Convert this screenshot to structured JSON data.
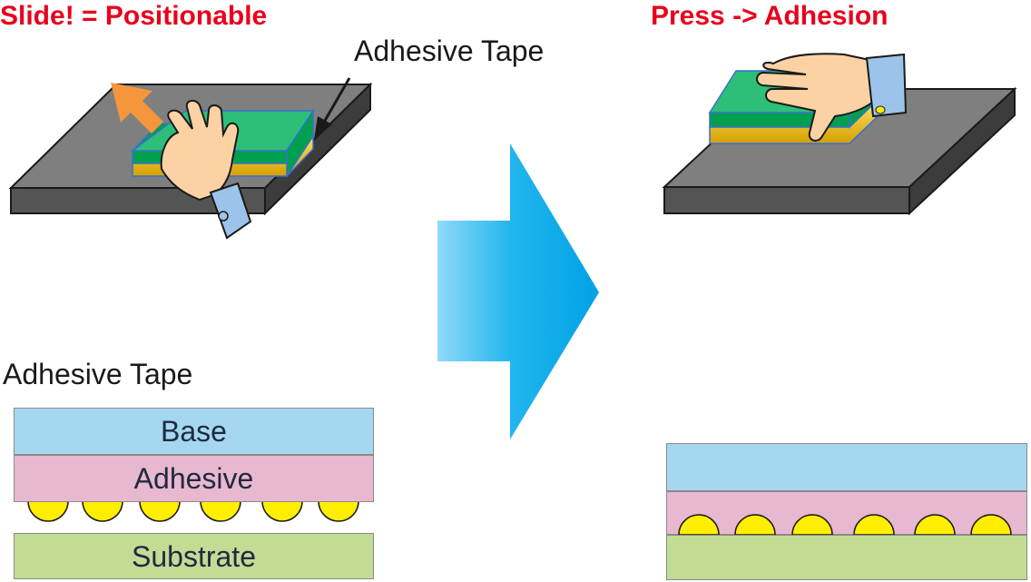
{
  "titles": {
    "left": "Slide! = Positionable",
    "right": "Press -> Adhesion"
  },
  "labels": {
    "tape_pointer": "Adhesive Tape",
    "cross_section": "Adhesive Tape"
  },
  "layers": {
    "base": "Base",
    "adhesive": "Adhesive",
    "substrate": "Substrate"
  },
  "colors": {
    "title_red": "#e8001c",
    "base_blue": "#a6d7f0",
    "adhesive_pink": "#e8b8d0",
    "substrate_green": "#c2dc94",
    "bead_yellow": "#ffee00",
    "plate_gray": "#7f7f7f",
    "tape_green": "#2dbf78",
    "arrow_orange": "#f5963c",
    "arrow_blue": "#00a6e6"
  },
  "icons": [
    "hand-icon",
    "move-arrow-icon",
    "pointer-arrow-icon",
    "process-arrow-icon"
  ]
}
